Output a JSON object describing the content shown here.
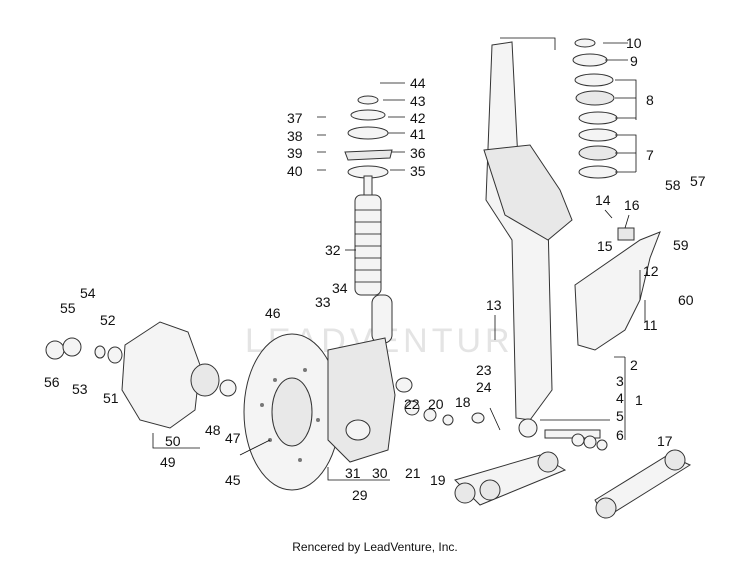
{
  "watermark": "LEADVENTURE",
  "credit": "Rencered by LeadVenture, Inc.",
  "labels": {
    "n1": "1",
    "n2": "2",
    "n3": "3",
    "n4": "4",
    "n5": "5",
    "n6": "6",
    "n7": "7",
    "n8": "8",
    "n9": "9",
    "n10": "10",
    "n11": "11",
    "n12": "12",
    "n13": "13",
    "n14": "14",
    "n15": "15",
    "n16": "16",
    "n17": "17",
    "n18": "18",
    "n19": "19",
    "n20": "20",
    "n21": "21",
    "n22": "22",
    "n23": "23",
    "n24": "24",
    "n29": "29",
    "n30": "30",
    "n31": "31",
    "n32": "32",
    "n33": "33",
    "n34": "34",
    "n35": "35",
    "n36": "36",
    "n37": "37",
    "n38": "38",
    "n39": "39",
    "n40": "40",
    "n41": "41",
    "n42": "42",
    "n43": "43",
    "n44": "44",
    "n45": "45",
    "n46": "46",
    "n47": "47",
    "n48": "48",
    "n49": "49",
    "n50": "50",
    "n51": "51",
    "n52": "52",
    "n53": "53",
    "n54": "54",
    "n55": "55",
    "n56": "56",
    "n57": "57",
    "n58": "58",
    "n59": "59",
    "n60": "60"
  }
}
